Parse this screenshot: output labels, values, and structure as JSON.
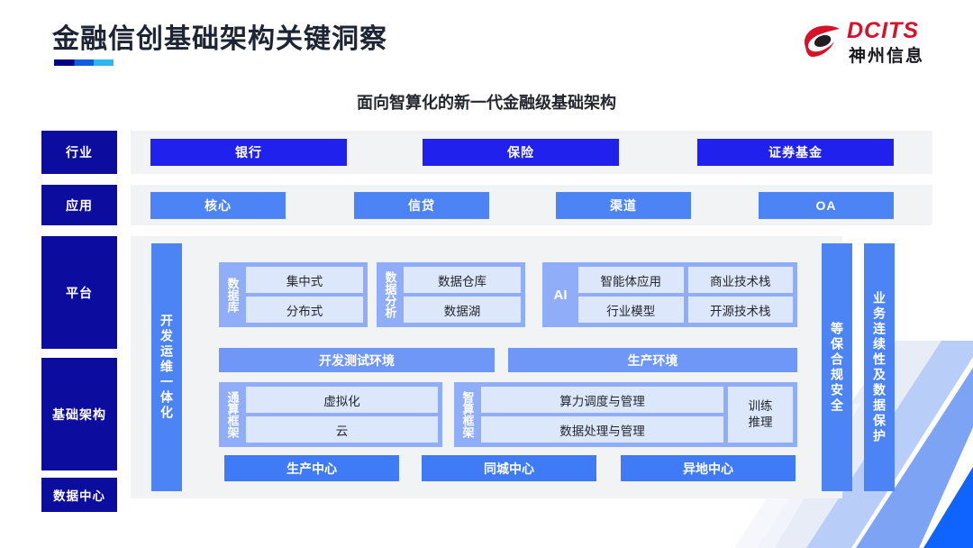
{
  "header": {
    "title": "金融信创基础架构关键洞察",
    "logo_en": "DCITS",
    "logo_cn": "神州信息",
    "accent_red": "#d8112a",
    "rule_colors": [
      "#000080",
      "#0b5fe0",
      "#2bb8f0"
    ]
  },
  "subtitle": "面向智算化的新一代金融级基础架构",
  "colors": {
    "navy": "#0c0c9e",
    "industry_blue": "#2121ee",
    "app_blue": "#4d84f5",
    "group_blue": "#8fadf8",
    "cell_light": "#dde7fc",
    "env_blue": "#6e97f7",
    "center_blue": "#3f7bf6",
    "panel_gray": "#f2f3f5"
  },
  "stages": [
    {
      "id": "hangye",
      "label": "行业"
    },
    {
      "id": "yingyong",
      "label": "应用"
    },
    {
      "id": "pingtai",
      "label": "平台"
    },
    {
      "id": "jichu",
      "label": "基础架构"
    },
    {
      "id": "shuju",
      "label": "数据中心"
    }
  ],
  "industry_row": [
    {
      "label": "银行"
    },
    {
      "label": "保险"
    },
    {
      "label": "证券基金"
    }
  ],
  "app_row": [
    {
      "label": "核心"
    },
    {
      "label": "信贷"
    },
    {
      "label": "渠道"
    },
    {
      "label": "OA"
    }
  ],
  "vertical_bars": {
    "devops": "开发运维一体化",
    "security": "等保合规安全",
    "bcdr": "业务连续性及数据保护"
  },
  "groups": {
    "database": {
      "label": "数据库",
      "cells": [
        "集中式",
        "分布式"
      ]
    },
    "data_analysis": {
      "label": "数据分析",
      "cells": [
        "数据仓库",
        "数据湖"
      ]
    },
    "ai": {
      "label": "AI",
      "col1": [
        "智能体应用",
        "行业模型"
      ],
      "col2": [
        "商业技术栈",
        "开源技术栈"
      ]
    },
    "general_compute": {
      "label": "通算框架",
      "cells": [
        "虚拟化",
        "云"
      ]
    },
    "intelligent_compute": {
      "label": "智算框架",
      "cells": [
        "算力调度与管理",
        "数据处理与管理"
      ],
      "side": "训练\n推理",
      "side_line1": "训练",
      "side_line2": "推理"
    }
  },
  "environments": [
    {
      "label": "开发测试环境"
    },
    {
      "label": "生产环境"
    }
  ],
  "centers": [
    {
      "label": "生产中心"
    },
    {
      "label": "同城中心"
    },
    {
      "label": "异地中心"
    }
  ]
}
